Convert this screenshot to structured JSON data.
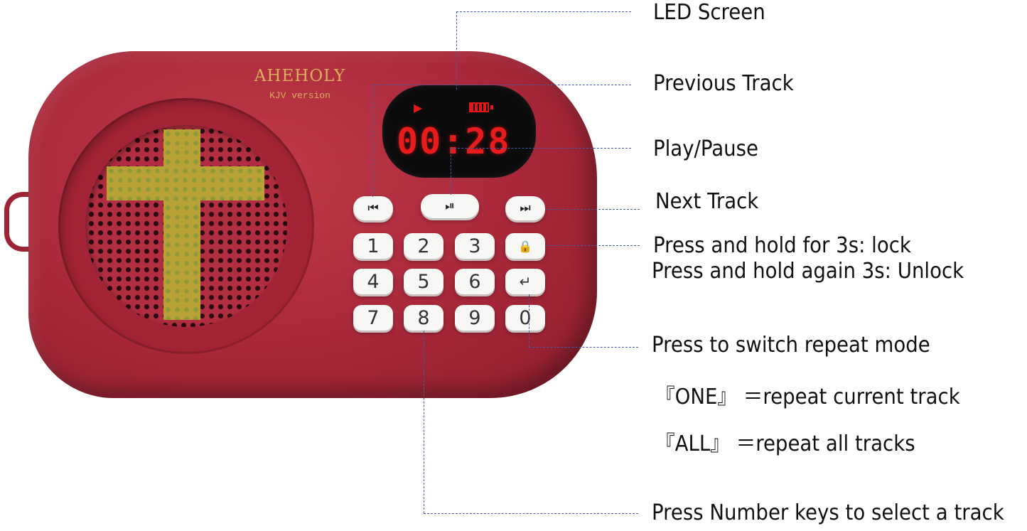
{
  "device": {
    "brand": "AHEHOLY",
    "model": "KJV version",
    "screen": {
      "time": "00:28",
      "play_symbol": "▶"
    },
    "keys": {
      "prev": "⏮",
      "play_pause": "⏯",
      "next": "⏭",
      "lock": "🔒",
      "repeat": "↵",
      "numbers": [
        "1",
        "2",
        "3",
        "4",
        "5",
        "6",
        "7",
        "8",
        "9",
        "0"
      ]
    }
  },
  "callouts": {
    "led_screen": "LED Screen",
    "previous_track": "Previous Track",
    "play_pause": "Play/Pause",
    "next_track": "Next Track",
    "lock_line1": "Press and hold for 3s: lock",
    "lock_line2": "Press and hold again 3s: Unlock",
    "repeat_mode": "Press to switch repeat mode",
    "repeat_one": "『ONE』 ＝repeat current track",
    "repeat_all": "『ALL』 ＝repeat all tracks",
    "number_keys": "Press Number keys to select a track"
  },
  "colors": {
    "body": "#a8283a",
    "accent_gold": "#d8b15a",
    "led_red": "#e81c1c",
    "leader_line": "#4a5a9e"
  }
}
